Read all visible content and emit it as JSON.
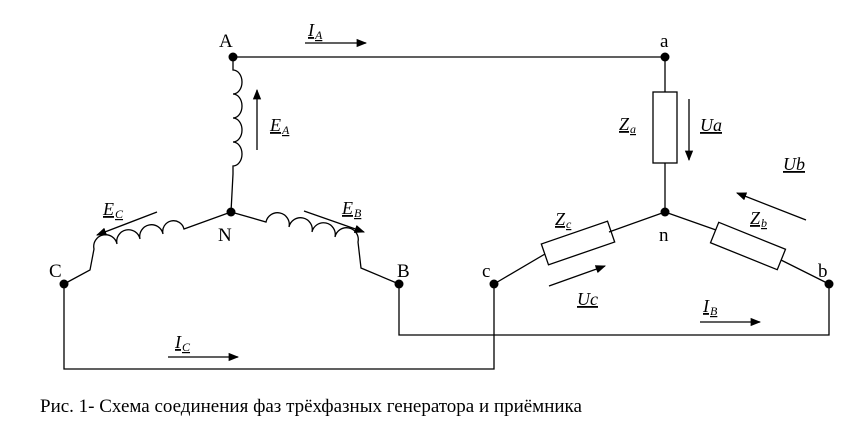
{
  "nodes": {
    "A": "A",
    "B": "B",
    "C": "C",
    "N": "N",
    "a": "a",
    "b": "b",
    "c": "c",
    "n": "n"
  },
  "currents": {
    "IA": {
      "main": "I",
      "sub": "A"
    },
    "IB": {
      "main": "I",
      "sub": "B"
    },
    "IC": {
      "main": "I",
      "sub": "C"
    }
  },
  "emfs": {
    "EA": {
      "main": "E",
      "sub": "A"
    },
    "EB": {
      "main": "E",
      "sub": "B"
    },
    "EC": {
      "main": "E",
      "sub": "C"
    }
  },
  "impedances": {
    "Za": {
      "main": "Z",
      "sub": "a"
    },
    "Zb": {
      "main": "Z",
      "sub": "b"
    },
    "Zc": {
      "main": "Z",
      "sub": "c"
    }
  },
  "voltages": {
    "Ua": "Ua",
    "Ub": "Ub",
    "Uc": "Uc"
  },
  "caption": "Рис. 1- Схема соединения фаз трёхфазных генератора и приёмника"
}
